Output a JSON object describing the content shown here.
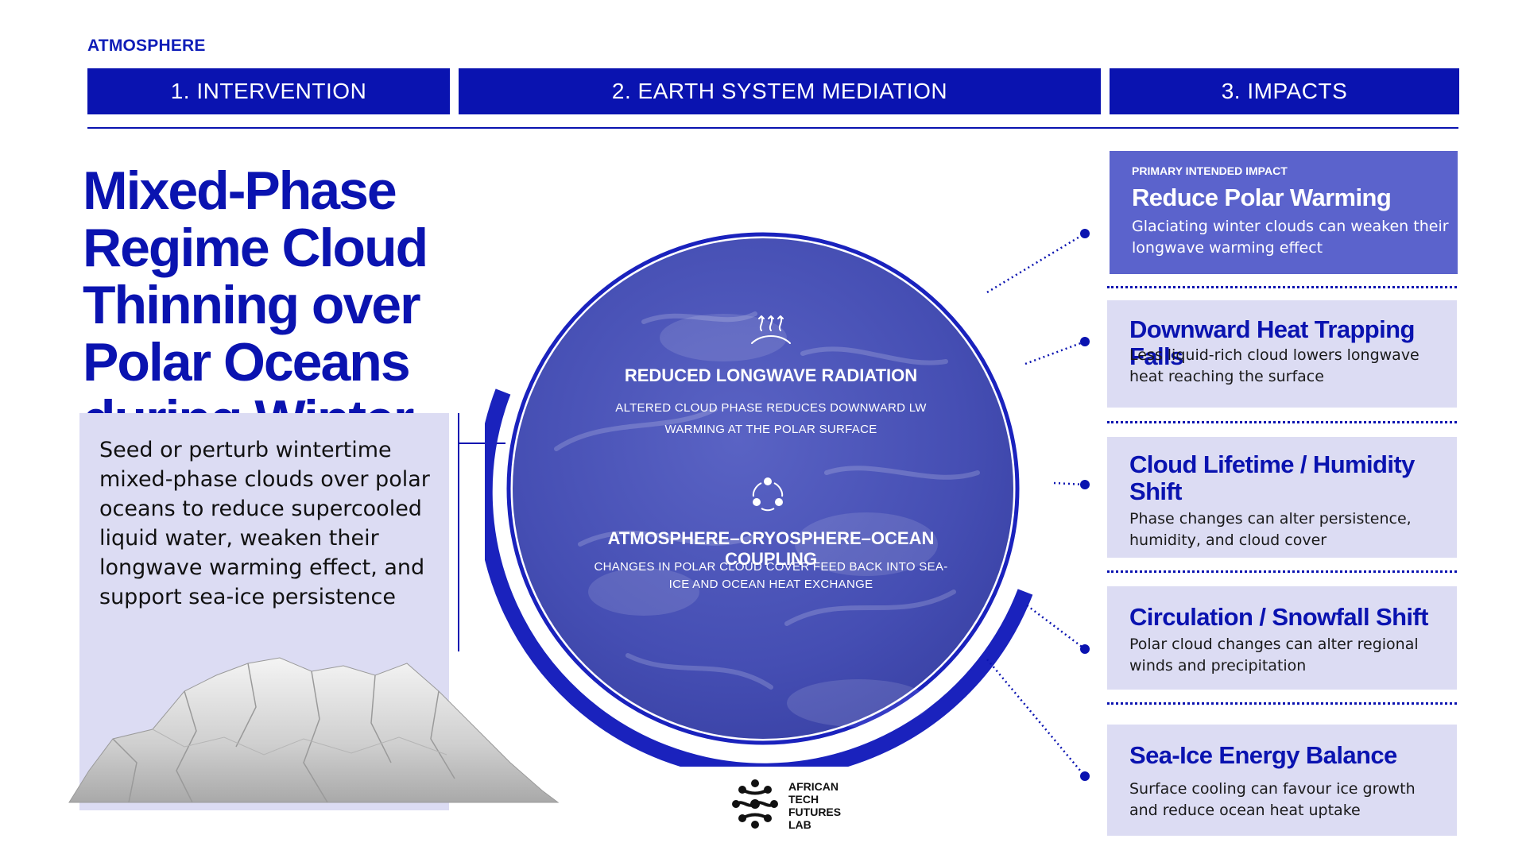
{
  "section_label": "ATMOSPHERE",
  "stages": [
    "1. INTERVENTION",
    "2. EARTH SYSTEM MEDIATION",
    "3. IMPACTS"
  ],
  "title": "Mixed-Phase Regime Cloud Thinning over Polar Oceans during Winter",
  "intervention": "Seed or perturb wintertime mixed-phase clouds over polar oceans to reduce supercooled liquid water, weaken their longwave warming effect, and support sea-ice persistence",
  "mediation": [
    {
      "title": "REDUCED LONGWAVE RADIATION",
      "desc": "ALTERED CLOUD PHASE REDUCES DOWNWARD LW WARMING AT THE POLAR SURFACE",
      "icon": "heat-rising-icon"
    },
    {
      "title": "ATMOSPHERE–CRYOSPHERE–OCEAN COUPLING",
      "desc": "CHANGES IN POLAR CLOUD COVER FEED BACK INTO SEA-ICE AND OCEAN HEAT EXCHANGE",
      "icon": "cycle-icon"
    }
  ],
  "impacts": {
    "primary_kicker": "PRIMARY INTENDED IMPACT",
    "primary_title": "Reduce Polar Warming",
    "primary_desc": "Glaciating winter clouds can weaken their longwave warming effect",
    "items": [
      {
        "title": "Downward Heat Trapping Falls",
        "desc": "Less liquid-rich cloud lowers longwave heat reaching the surface"
      },
      {
        "title": "Cloud Lifetime / Humidity Shift",
        "desc": "Phase changes can alter persistence, humidity, and cloud cover"
      },
      {
        "title": "Circulation / Snowfall Shift",
        "desc": "Polar cloud changes can alter regional winds and precipitation"
      },
      {
        "title": "Sea-Ice Energy Balance",
        "desc": "Surface cooling can favour ice growth and reduce ocean heat uptake"
      }
    ]
  },
  "logo_lines": [
    "AFRICAN",
    "TECH",
    "FUTURES",
    "LAB"
  ],
  "colors": {
    "primary": "#0a13b0",
    "primary_card": "#5b63cc",
    "panel": "#dcdcf3",
    "globe": "#4a53b8"
  }
}
